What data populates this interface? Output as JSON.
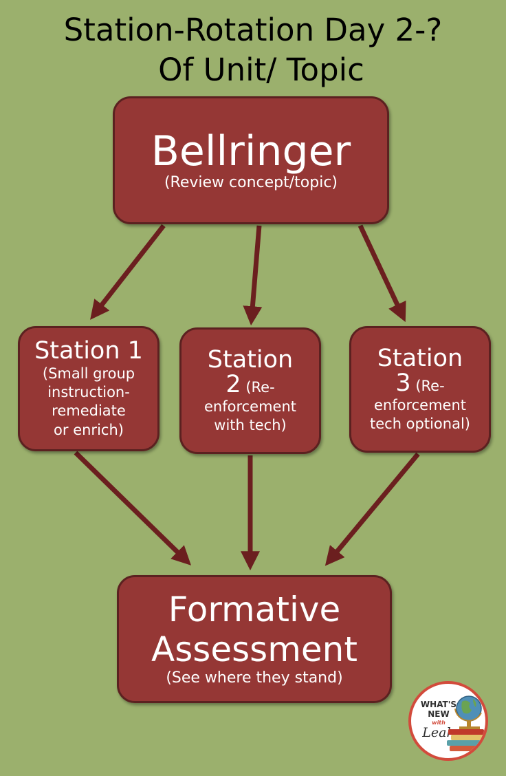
{
  "title": {
    "line_1": "Station-Rotation Day 2-?",
    "line_2": "Of Unit/ Topic"
  },
  "bellringer": {
    "title": "Bellringer",
    "subtitle": "(Review concept/topic)"
  },
  "stations": [
    {
      "title": "Station 1",
      "lines": [
        "(Small group",
        "instruction-",
        "remediate",
        "or enrich)"
      ]
    },
    {
      "title": "Station",
      "number": "2",
      "number_suffix": "(Re-",
      "lines": [
        "enforcement",
        "with tech)"
      ]
    },
    {
      "title": "Station",
      "number": "3",
      "number_suffix": "(Re-",
      "lines": [
        "enforcement",
        "tech optional)"
      ]
    }
  ],
  "formative": {
    "title_line_1": "Formative",
    "title_line_2": "Assessment",
    "subtitle": "(See where they stand)"
  },
  "logo": {
    "line_1": "WHAT'S",
    "line_2": "NEW",
    "line_3": "with",
    "line_4": "Leah"
  },
  "colors": {
    "background": "#9bb06d",
    "box_fill": "#953735",
    "box_border": "#5b2120",
    "arrow": "#6b1f1f",
    "logo_ring": "#d24b3c"
  }
}
